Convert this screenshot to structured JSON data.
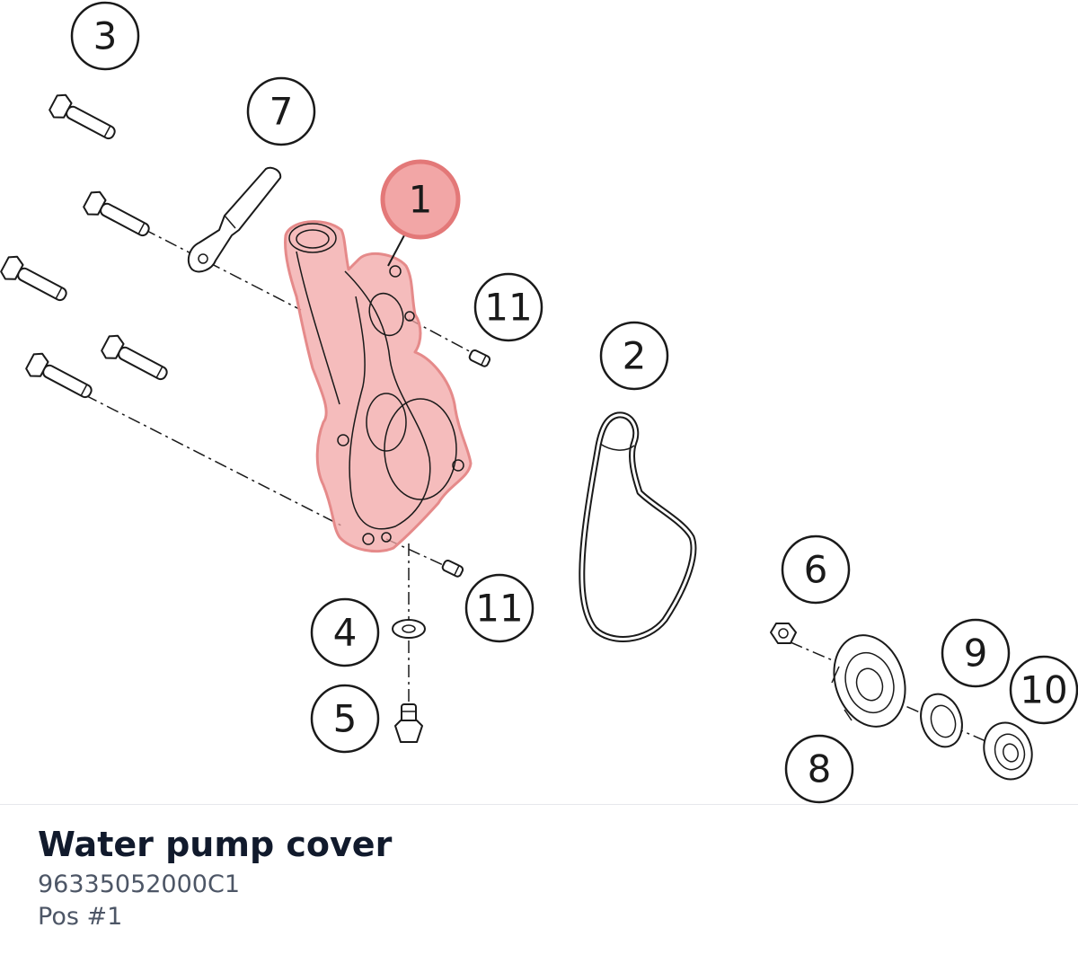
{
  "diagram": {
    "callouts": [
      {
        "label": "1"
      },
      {
        "label": "2"
      },
      {
        "label": "3"
      },
      {
        "label": "4"
      },
      {
        "label": "5"
      },
      {
        "label": "6"
      },
      {
        "label": "7"
      },
      {
        "label": "8"
      },
      {
        "label": "9"
      },
      {
        "label": "10"
      },
      {
        "label": "11"
      },
      {
        "label": "11"
      }
    ],
    "highlight_color": "#f2a6a6"
  },
  "part": {
    "title": "Water pump cover",
    "number": "96335052000C1",
    "position": "Pos #1"
  }
}
